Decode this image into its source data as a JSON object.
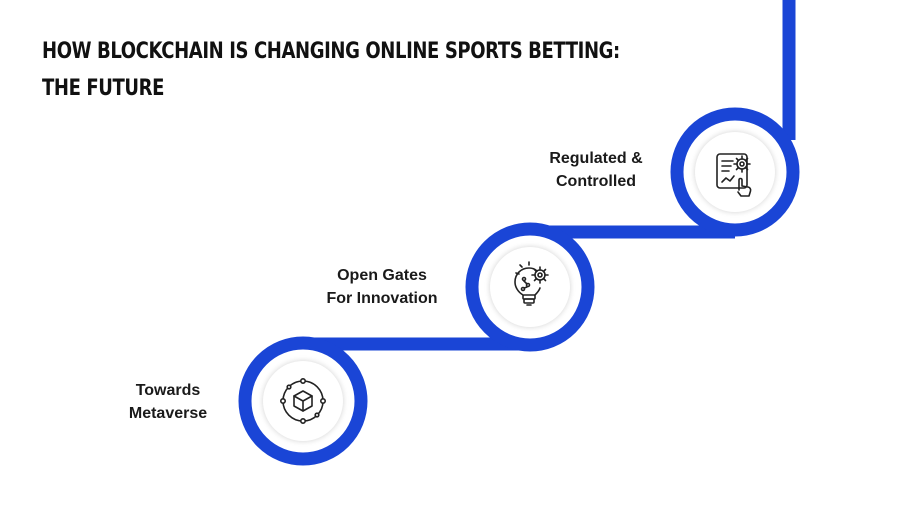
{
  "title": {
    "line1": "HOW BLOCKCHAIN IS CHANGING ONLINE SPORTS BETTING:",
    "line2": "THE FUTURE"
  },
  "colors": {
    "accent": "#1a45d6",
    "text": "#1a1a1a",
    "background": "#ffffff"
  },
  "steps": [
    {
      "line1": "Regulated &",
      "line2": "Controlled",
      "icon": "settings-document-hand-icon"
    },
    {
      "line1": "Open Gates",
      "line2": "For Innovation",
      "icon": "lightbulb-gear-icon"
    },
    {
      "line1": "Towards",
      "line2": "Metaverse",
      "icon": "metaverse-cube-orbit-icon"
    }
  ]
}
